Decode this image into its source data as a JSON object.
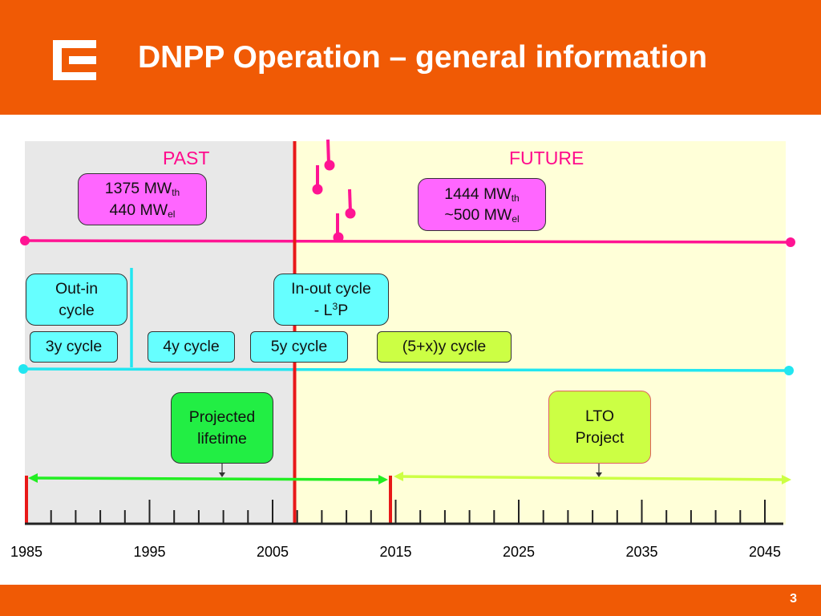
{
  "slide": {
    "title": "DNPP Operation – general information",
    "page_number": "3"
  },
  "colors": {
    "header": "#F05A05",
    "past_bg": "#E8E8E8",
    "future_bg": "#FFFFD8",
    "power_line": "#FF1493",
    "cycle_line": "#22E6F0",
    "today_line": "#E81818",
    "lifetime_arrow": "#22EE22",
    "lto_arrow": "#CCFF44"
  },
  "eras": {
    "past": "PAST",
    "future": "FUTURE"
  },
  "power": {
    "past": {
      "thermal_value": "1375 MW",
      "thermal_sub": "th",
      "electric_value": "440 MW",
      "electric_sub": "el"
    },
    "future": {
      "thermal_value": "1444 MW",
      "thermal_sub": "th",
      "electric_value": "~500 MW",
      "electric_sub": "el"
    }
  },
  "cycles": {
    "out_in": "Out-in cycle",
    "in_out_main": "In-out cycle",
    "in_out_prefix": "- L",
    "in_out_sup": "3",
    "in_out_suffix": "P",
    "three_year": "3y cycle",
    "four_year": "4y cycle",
    "five_year": "5y cycle",
    "five_plus_x": "(5+x)y cycle"
  },
  "lifetime": {
    "projected": "Projected lifetime",
    "lto": "LTO Project"
  },
  "timeline": {
    "years": [
      "1985",
      "1995",
      "2005",
      "2015",
      "2025",
      "2035",
      "2045"
    ]
  }
}
